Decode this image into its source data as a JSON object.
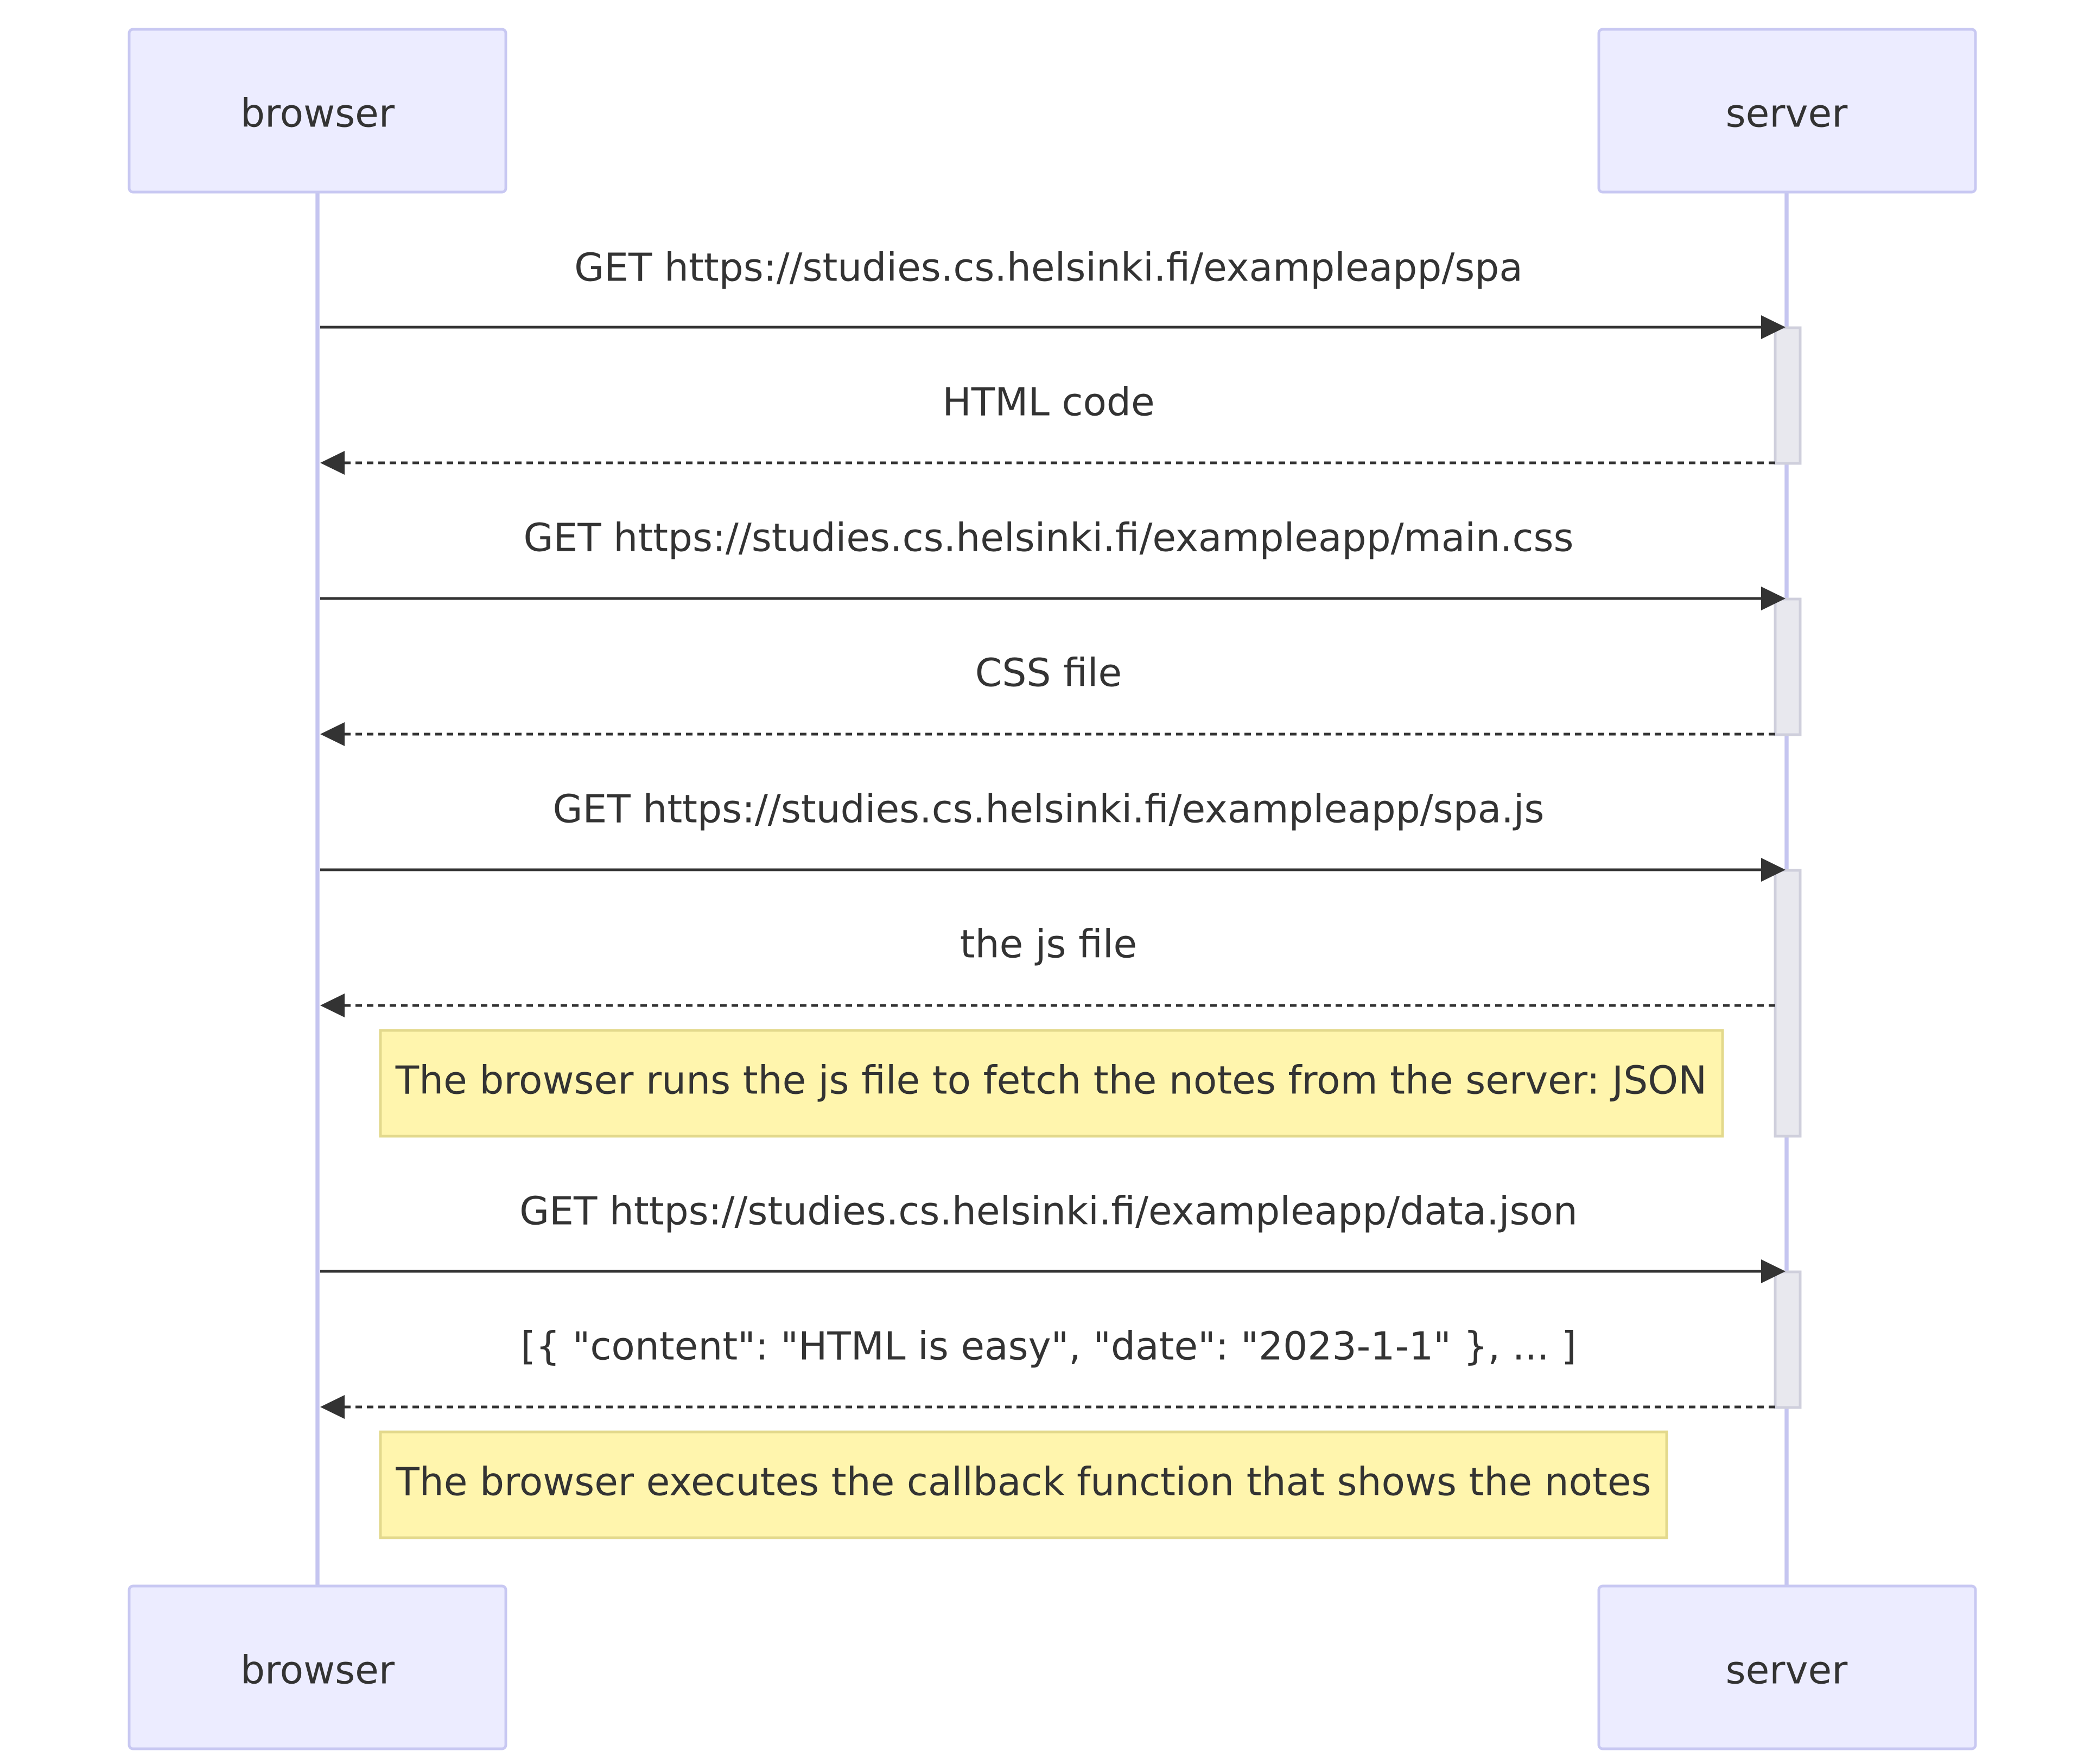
{
  "participants": [
    {
      "id": "browser",
      "label": "browser"
    },
    {
      "id": "server",
      "label": "server"
    }
  ],
  "messages": [
    {
      "from": "browser",
      "to": "server",
      "kind": "request",
      "label": "GET https://studies.cs.helsinki.fi/exampleapp/spa"
    },
    {
      "from": "server",
      "to": "browser",
      "kind": "response",
      "label": "HTML code"
    },
    {
      "from": "browser",
      "to": "server",
      "kind": "request",
      "label": "GET https://studies.cs.helsinki.fi/exampleapp/main.css"
    },
    {
      "from": "server",
      "to": "browser",
      "kind": "response",
      "label": "CSS file"
    },
    {
      "from": "browser",
      "to": "server",
      "kind": "request",
      "label": "GET https://studies.cs.helsinki.fi/exampleapp/spa.js"
    },
    {
      "from": "server",
      "to": "browser",
      "kind": "response",
      "label": "the js file"
    },
    {
      "from": "browser",
      "to": "server",
      "kind": "request",
      "label": "GET https://studies.cs.helsinki.fi/exampleapp/data.json"
    },
    {
      "from": "server",
      "to": "browser",
      "kind": "response",
      "label": "[{ \"content\": \"HTML is easy\", \"date\": \"2023-1-1\" }, ... ]"
    }
  ],
  "notes": [
    {
      "over": "browser",
      "label": "The browser runs the js file to fetch the notes from the server: JSON"
    },
    {
      "over": "browser",
      "label": "The browser executes the callback function that shows the notes"
    }
  ],
  "colors": {
    "actor_fill": "#ececff",
    "actor_stroke": "#c8c8f2",
    "lifeline": "#c5c5f0",
    "note_fill": "#fff5ad",
    "note_stroke": "#e3d98c",
    "activation_fill": "#e8e8ee",
    "arrow": "#333333",
    "text": "#333333"
  }
}
